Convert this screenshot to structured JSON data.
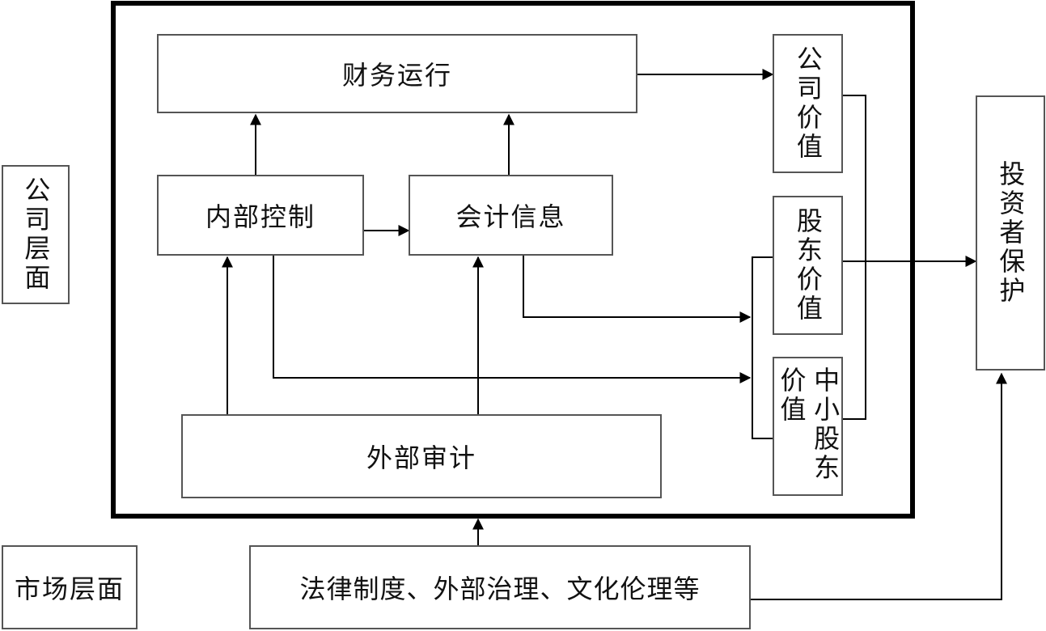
{
  "labels": {
    "company_level": "公司层面",
    "market_level": "市场层面",
    "financial_operation": "财务运行",
    "internal_control": "内部控制",
    "accounting_info": "会计信息",
    "external_audit": "外部审计",
    "company_value": "公司价值",
    "shareholder_value": "股东价值",
    "minority_value": "中小股东价值",
    "investor_protection": "投资者保护",
    "legal_system": "法律制度、外部治理、文化伦理等"
  },
  "colors": {
    "stroke": "#000000",
    "box_border": "#555555"
  }
}
